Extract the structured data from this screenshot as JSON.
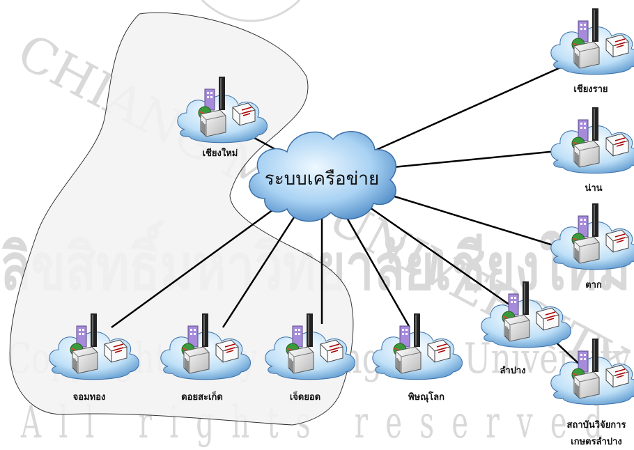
{
  "watermark": {
    "university_text": "CHIANG MAI UNIVERSITY",
    "thai_text": "ลิขสิทธิ์มหาวิทยาลัยเชียงใหม่",
    "copyright_text": "Copyright © by Chiang Mai University",
    "rights_text": "All rights reserved"
  },
  "diagram": {
    "center_label": "ระบบเครือข่าย",
    "nodes": [
      {
        "id": "chiangmai",
        "label": "เชียงใหม่"
      },
      {
        "id": "chiangrai",
        "label": "เชียงราย"
      },
      {
        "id": "nan",
        "label": "น่าน"
      },
      {
        "id": "tak",
        "label": "ตาก"
      },
      {
        "id": "jomthong",
        "label": "จอมทอง"
      },
      {
        "id": "doisaket",
        "label": "ดอยสะเก็ด"
      },
      {
        "id": "chedyod",
        "label": "เจ็ดยอด"
      },
      {
        "id": "phitsanulok",
        "label": "พิษณุโลก"
      },
      {
        "id": "lampang",
        "label": "ลำปาง"
      },
      {
        "id": "lampang_research",
        "label": "สถาบันวิจัยการ",
        "label2": "เกษตรลำปาง"
      }
    ],
    "colors": {
      "line": "#000000",
      "cloud_light": "#d6ecfb",
      "cloud_dark": "#3f7fbf",
      "region_fill": "#f2f2f2",
      "watermark": "#d9d9d9"
    }
  }
}
